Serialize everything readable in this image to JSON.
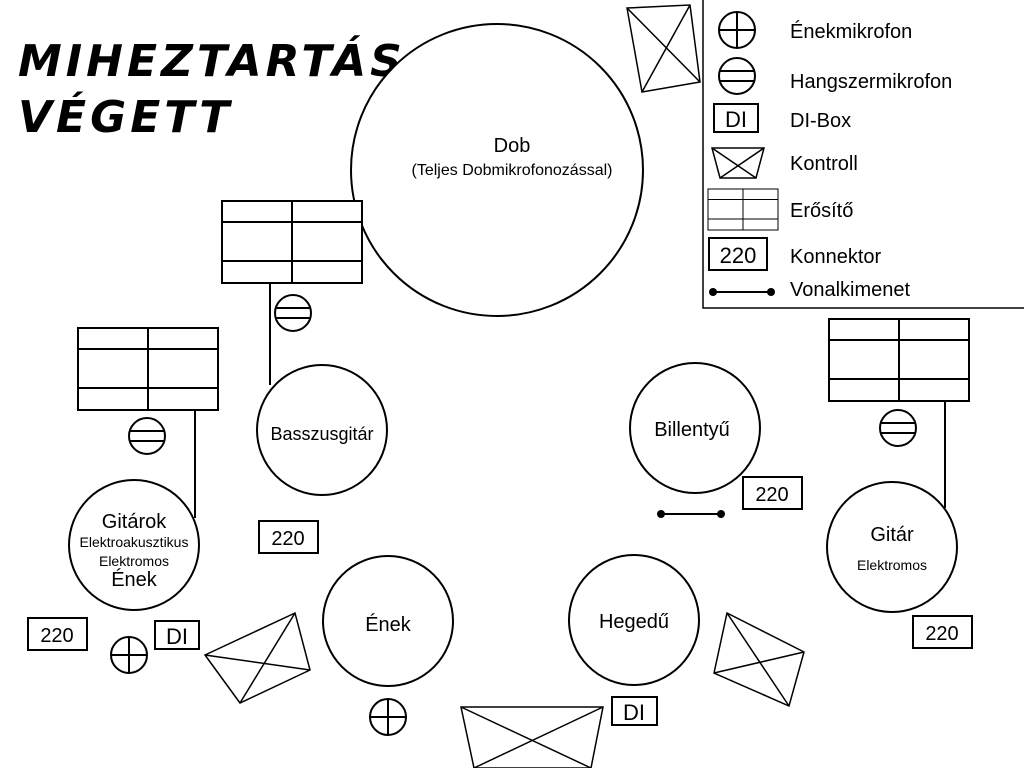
{
  "title": {
    "line1": "MIHEZTARTÁS",
    "line2": "VÉGETT"
  },
  "legend": {
    "vocal_mic": "Énekmikrofon",
    "instrument_mic": "Hangszermikrofon",
    "di_box": "DI-Box",
    "monitor": "Kontroll",
    "amp": "Erősítő",
    "connector": "Konnektor",
    "line_out": "Vonalkimenet",
    "di_symbol": "DI",
    "connector_symbol": "220"
  },
  "stage": {
    "drum": {
      "label": "Dob",
      "sub": "(Teljes Dobmikrofonozással)"
    },
    "bass": {
      "label": "Basszusgitár"
    },
    "guitars": {
      "label": "Gitárok",
      "sub1": "Elektroakusztikus",
      "sub2": "Elektromos",
      "sub3": "Ének"
    },
    "vocal": {
      "label": "Ének"
    },
    "violin": {
      "label": "Hegedű"
    },
    "keys": {
      "label": "Billentyű"
    },
    "guitar": {
      "label": "Gitár",
      "sub": "Elektromos"
    },
    "connector_text": "220",
    "di_text": "DI"
  }
}
